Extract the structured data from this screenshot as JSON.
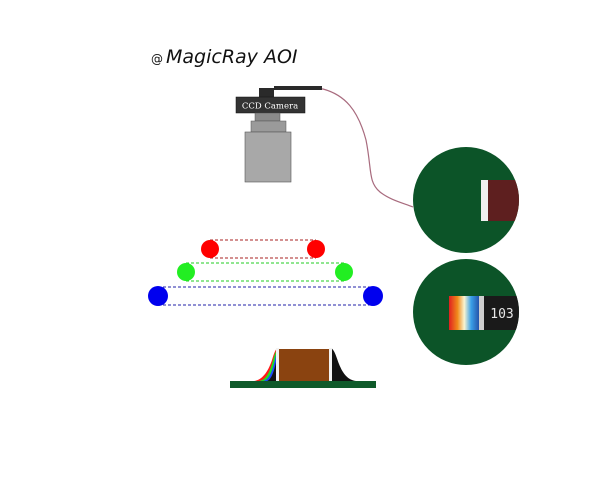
{
  "brand": {
    "at": "@",
    "name": "MagicRay AOI"
  },
  "camera": {
    "label": "CCD Camera"
  },
  "lights": [
    {
      "name": "red-light",
      "color": "#ff0000",
      "line_color": "#aa2222"
    },
    {
      "name": "green-light",
      "color": "#22ee22",
      "line_color": "#22cc22"
    },
    {
      "name": "blue-light",
      "color": "#0000ee",
      "line_color": "#2222aa"
    }
  ],
  "colors": {
    "cable": "#a86b7e",
    "pcb": "#0f5a2a",
    "lens_bg": "#0c5428",
    "component": "#8a4310",
    "pad": "#111111",
    "camera_body": "#a8a8a8",
    "camera_label_bg": "#333333"
  },
  "zoom_views": [
    {
      "name": "zoom-view-top"
    },
    {
      "name": "zoom-view-bottom",
      "readout": "103"
    }
  ]
}
